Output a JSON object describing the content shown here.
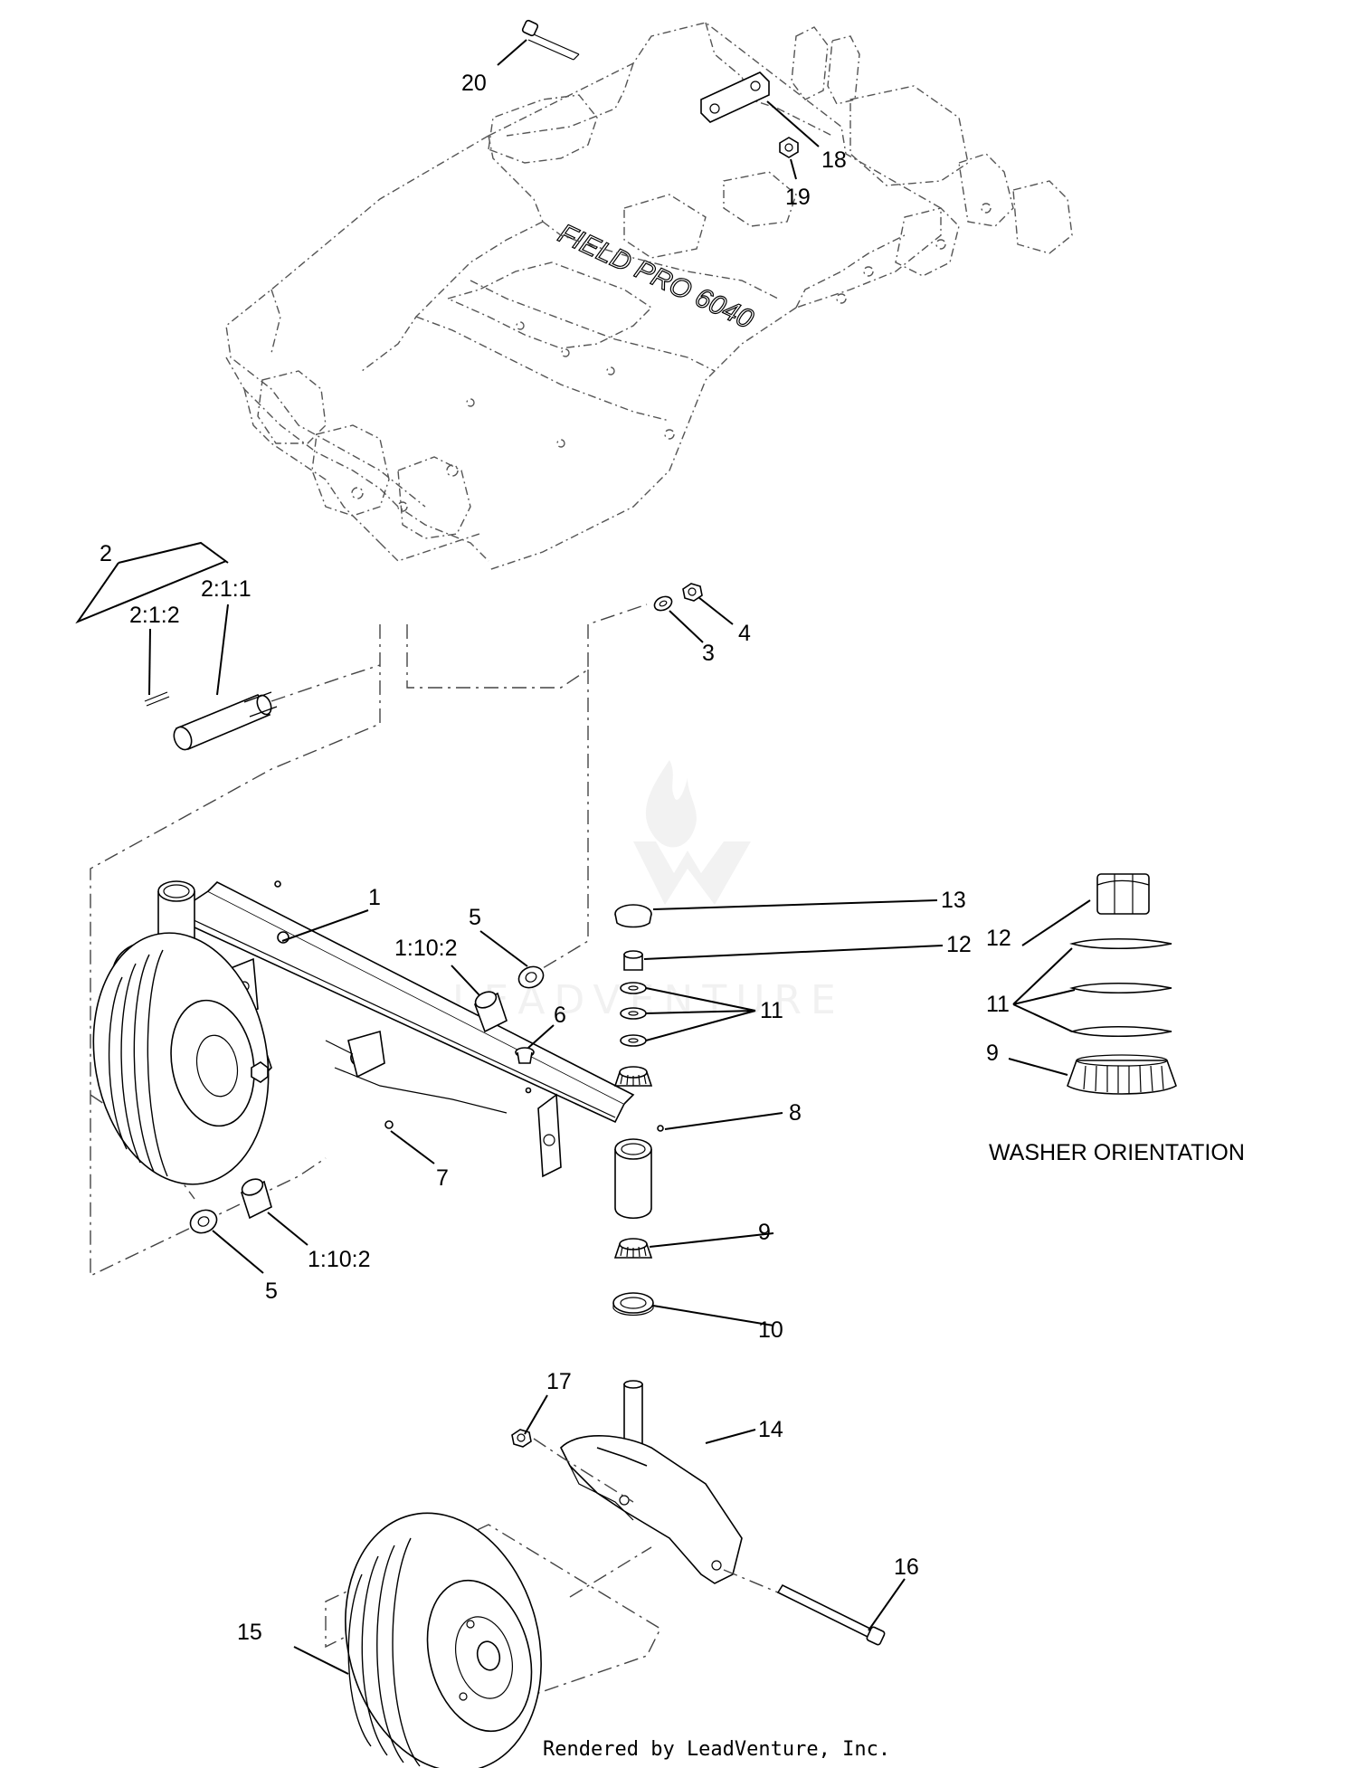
{
  "diagram": {
    "frame_stamp": "FIELD PRO 6040",
    "callouts": {
      "c1": "1",
      "c2": "2",
      "c2_1_1": "2:1:1",
      "c2_1_2": "2:1:2",
      "c3": "3",
      "c4": "4",
      "c5a": "5",
      "c5b": "5",
      "c1_10_2a": "1:10:2",
      "c1_10_2b": "1:10:2",
      "c6": "6",
      "c7": "7",
      "c8": "8",
      "c9": "9",
      "c10": "10",
      "c11": "11",
      "c12": "12",
      "c13": "13",
      "c14": "14",
      "c15": "15",
      "c16": "16",
      "c17": "17",
      "c18": "18",
      "c19": "19",
      "c20": "20"
    },
    "washer_orientation": {
      "title": "WASHER ORIENTATION",
      "c12": "12",
      "c11": "11",
      "c9": "9"
    },
    "watermark": "LEADVENTURE",
    "footer": "Rendered by LeadVenture, Inc.",
    "colors": {
      "line": "#000000",
      "frame_line": "#555555",
      "watermark": "#e6e6e6"
    }
  }
}
